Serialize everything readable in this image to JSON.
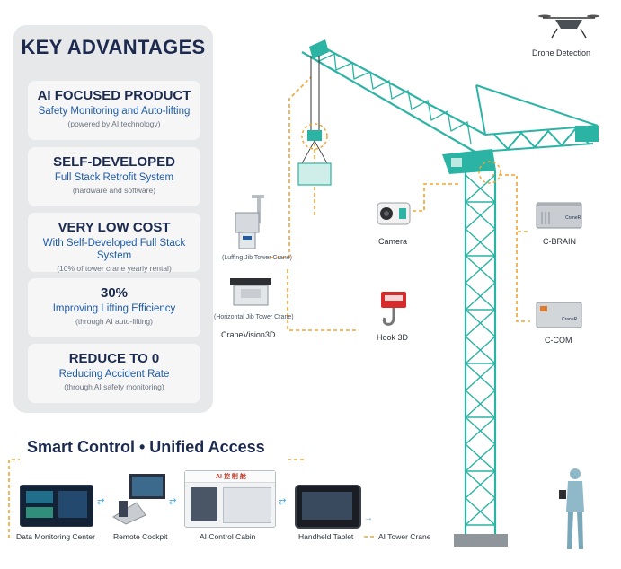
{
  "advantages": {
    "title": "KEY ADVANTAGES",
    "cards": [
      {
        "heading": "AI FOCUSED PRODUCT",
        "subtitle": "Safety Monitoring and Auto-lifting",
        "note": "(powered by AI technology)"
      },
      {
        "heading": "SELF-DEVELOPED",
        "subtitle": "Full Stack Retrofit System",
        "note": "(hardware and software)"
      },
      {
        "heading": "VERY LOW COST",
        "subtitle": "With Self-Developed Full Stack System",
        "note": "(10% of tower crane yearly rental)"
      },
      {
        "heading": "30%",
        "subtitle": "Improving Lifting Efficiency",
        "note": "(through AI auto-lifting)"
      },
      {
        "heading": "REDUCE TO 0",
        "subtitle": "Reducing Accident Rate",
        "note": "(through AI safety monitoring)"
      }
    ]
  },
  "diagram": {
    "drone_label": "Drone Detection",
    "camera_label": "Camera",
    "hook_label": "Hook 3D",
    "cbrain_label": "C-BRAIN",
    "ccom_label": "C-COM",
    "cranevision_label": "CraneVision3D",
    "luffing_label": "(Luffing Jib Tower Crane)",
    "horizontal_label": "(Horizontal Jib Tower Crane)",
    "tower_crane_label": "AI Tower Crane",
    "device_brand_cbrain": "CraneR",
    "device_brand_ccom": "CraneR"
  },
  "bottom": {
    "title": "Smart Control • Unified Access",
    "items": [
      {
        "label": "Data Monitoring Center"
      },
      {
        "label": "Remote Cockpit"
      },
      {
        "label": "AI Control Cabin"
      },
      {
        "label": "Handheld Tablet"
      }
    ],
    "cabin_sign": "AI 控 制 舱"
  },
  "colors": {
    "crane": "#2bb3a3",
    "dashed": "#f0a531",
    "navy": "#1b2a4e",
    "blue_text": "#1e5ba8"
  }
}
